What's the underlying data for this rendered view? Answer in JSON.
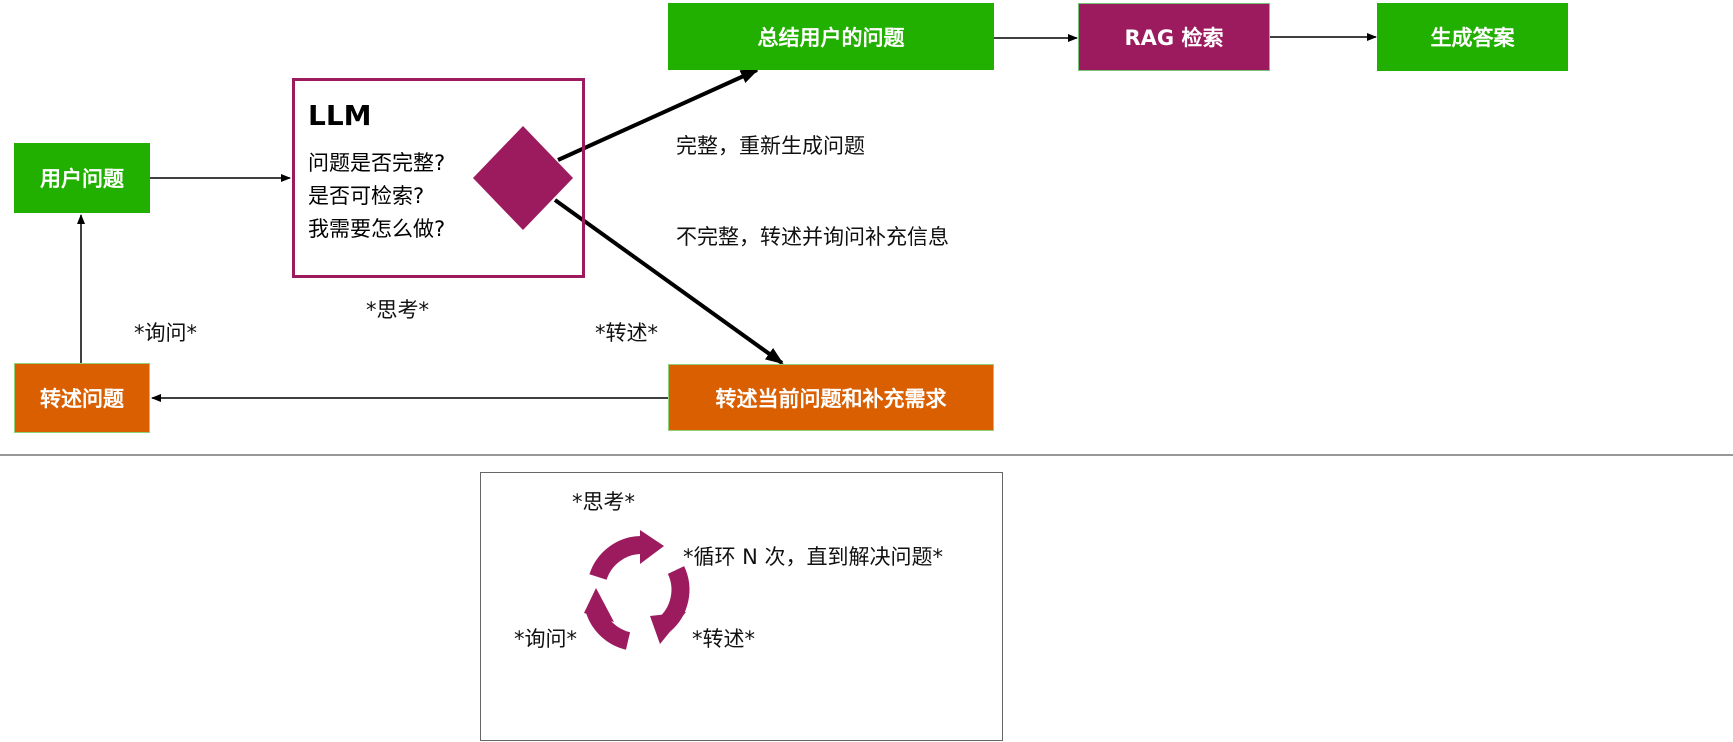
{
  "nodes": {
    "user_question": "用户问题",
    "restate_question": "转述问题",
    "summarize": "总结用户的问题",
    "rag": "RAG 检索",
    "generate": "生成答案",
    "restate_current": "转述当前问题和补充需求"
  },
  "llm": {
    "title": "LLM",
    "questions": [
      "问题是否完整?",
      "是否可检索?",
      "我需要怎么做?"
    ]
  },
  "edge_labels": {
    "complete": "完整，重新生成问题",
    "incomplete": "不完整，转述并询问补充信息",
    "think": "*思考*",
    "ask": "*询问*",
    "restate": "*转述*"
  },
  "legend": {
    "think": "*思考*",
    "loop": "*循环 N 次，直到解决问题*",
    "ask": "*询问*",
    "restate": "*转述*"
  },
  "colors": {
    "green": "#22b000",
    "orange": "#d95f00",
    "purple": "#9b1b5e"
  }
}
